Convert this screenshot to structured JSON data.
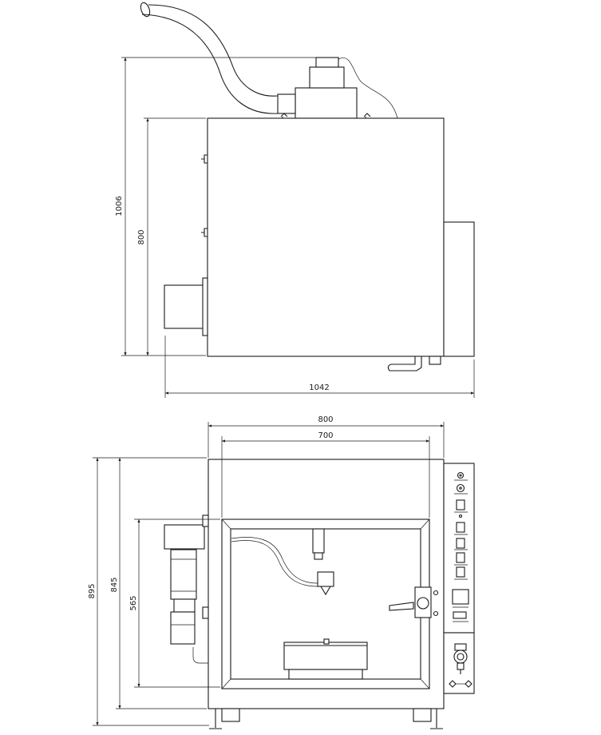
{
  "side_view": {
    "dim_total_height": "1006",
    "dim_cabinet_height": "800",
    "dim_total_depth": "1042"
  },
  "front_view": {
    "dim_outer_width": "800",
    "dim_inner_width": "700",
    "dim_total_height": "895",
    "dim_frame_height": "845",
    "dim_window_height": "565"
  },
  "control_panel": {
    "labels": [
      "",
      "",
      "",
      "",
      "",
      "",
      "",
      "",
      ""
    ]
  }
}
